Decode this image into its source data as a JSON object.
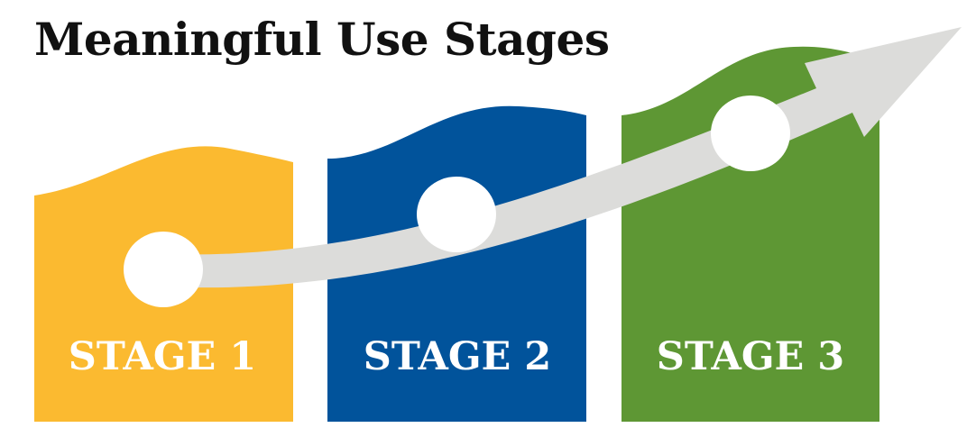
{
  "title": "Meaningful Use Stages",
  "stages": [
    {
      "label": "STAGE 1",
      "color": "#FBBA30"
    },
    {
      "label": "STAGE 2",
      "color": "#01539B"
    },
    {
      "label": "STAGE 3",
      "color": "#5E9734"
    }
  ],
  "arrow_color": "#DCDCDA",
  "marker_color": "#FFFFFF",
  "title_color": "#111111"
}
